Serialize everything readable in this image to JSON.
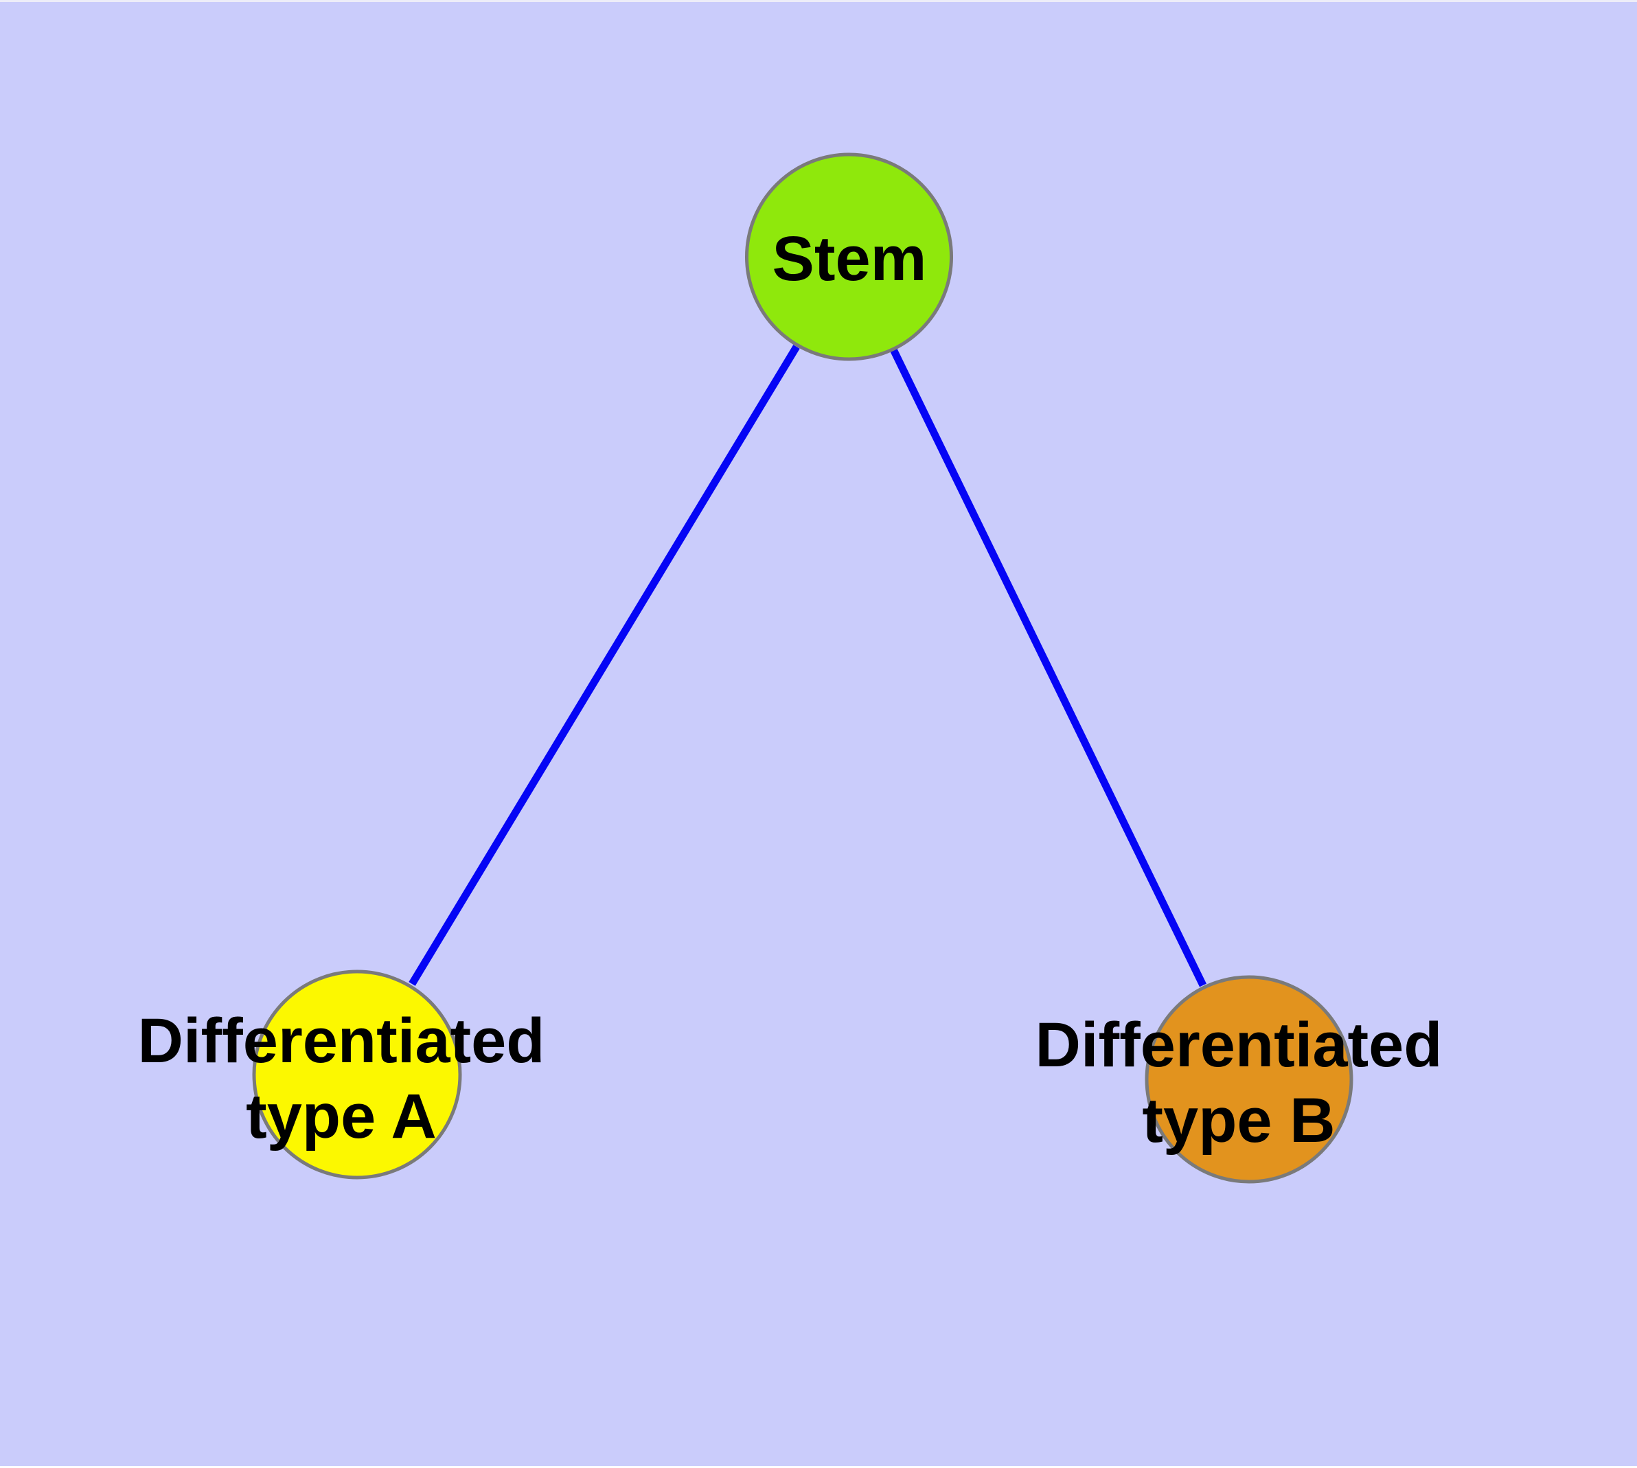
{
  "diagram": {
    "background_color": "#CACCFB",
    "top_edge_strip_color": "#EDEDF8",
    "bottom_edge_strip_color": "#FFFFFF",
    "edge_color": "#0505F5",
    "node_border_color": "#7A7A7A",
    "label_color": "#000000",
    "nodes": {
      "stem": {
        "label": "Stem",
        "fill_color": "#8FE80C"
      },
      "type_a": {
        "label_line1": "Differentiated",
        "label_line2": "type A",
        "fill_color": "#FCF800"
      },
      "type_b": {
        "label_line1": "Differentiated",
        "label_line2": "type B",
        "fill_color": "#E2931E"
      }
    },
    "edges": [
      {
        "from": "Stem",
        "to": "Differentiated type A"
      },
      {
        "from": "Stem",
        "to": "Differentiated type B"
      }
    ]
  }
}
